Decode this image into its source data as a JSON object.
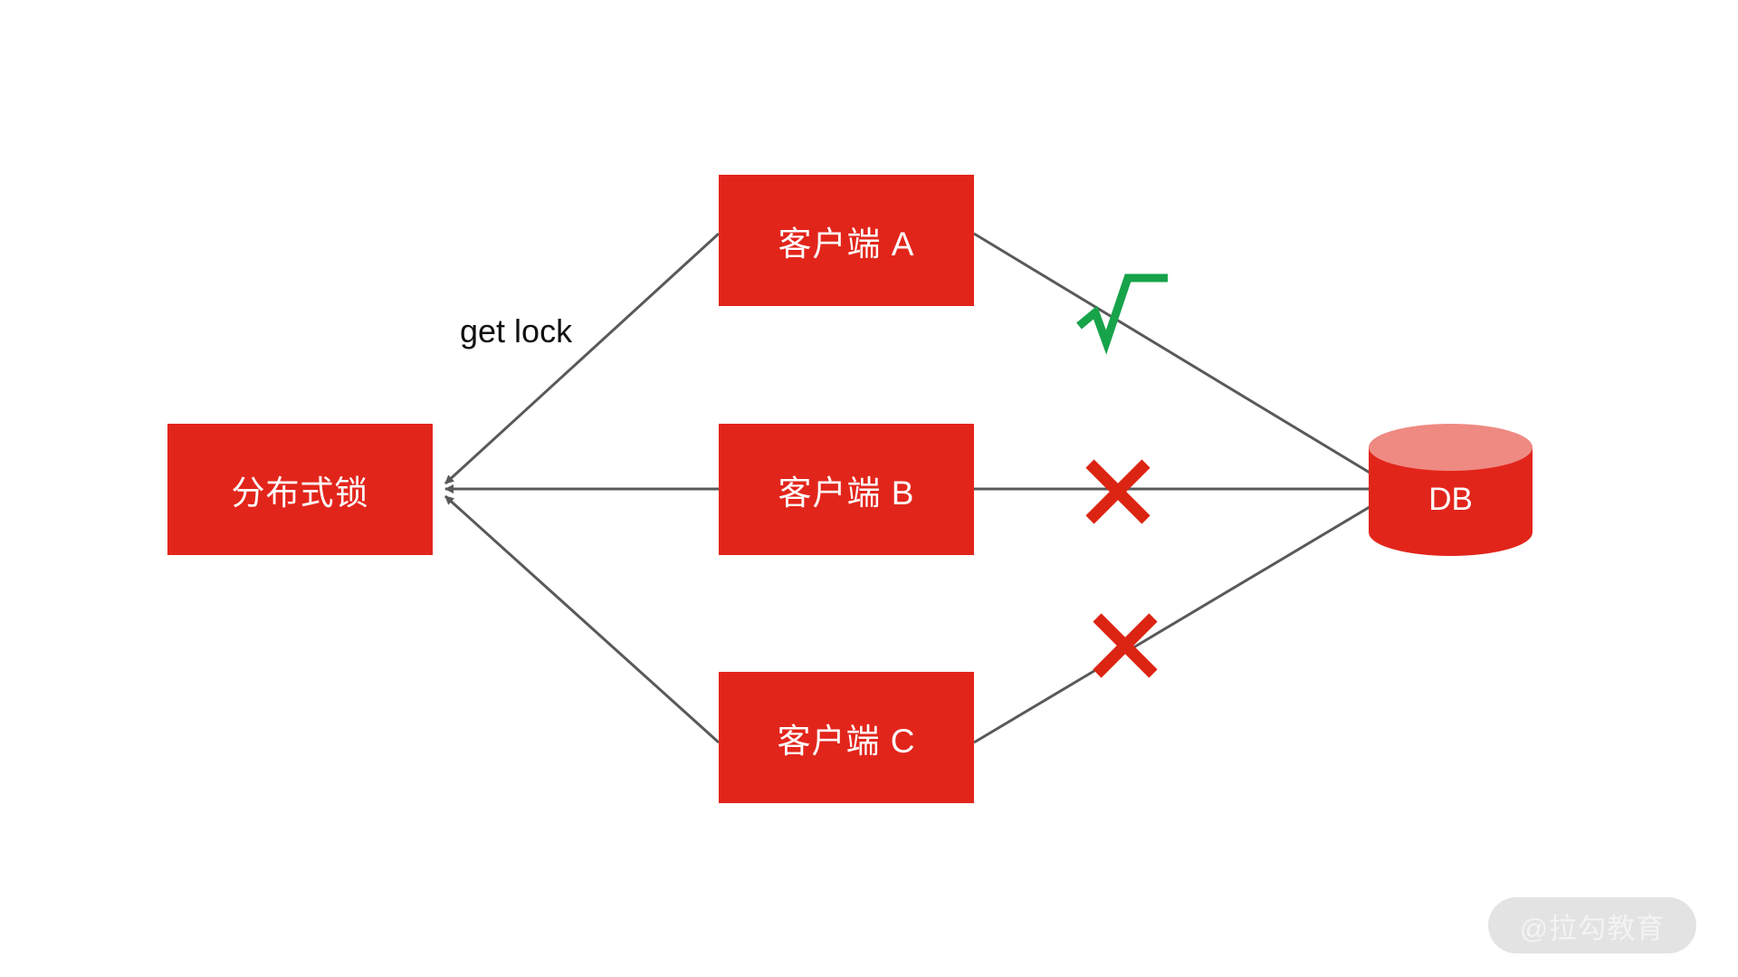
{
  "diagram": {
    "title": "distributed-lock-db-access-diagram",
    "background_color": "#ffffff",
    "node_fill_color": "#E2251B",
    "node_text_color": "#FFFFFF",
    "edge_color": "#595959",
    "check_color": "#16A34A",
    "cross_color": "#DC2412",
    "cylinder_top_color": "#EE8A82"
  },
  "nodes": {
    "lock": {
      "label": "分布式锁",
      "shape": "rectangle"
    },
    "client_a": {
      "label": "客户端 A",
      "shape": "rectangle"
    },
    "client_b": {
      "label": "客户端 B",
      "shape": "rectangle"
    },
    "client_c": {
      "label": "客户端 C",
      "shape": "rectangle"
    },
    "database": {
      "label": "DB",
      "shape": "cylinder"
    }
  },
  "edges": [
    {
      "from": "client_a",
      "to": "lock",
      "label": "get lock",
      "arrow": "to-lock"
    },
    {
      "from": "client_b",
      "to": "lock",
      "label": "",
      "arrow": "to-lock"
    },
    {
      "from": "client_c",
      "to": "lock",
      "label": "",
      "arrow": "to-lock"
    },
    {
      "from": "client_a",
      "to": "database",
      "label": "",
      "arrow": "to-db",
      "status": "allowed"
    },
    {
      "from": "client_b",
      "to": "database",
      "label": "",
      "arrow": "to-db",
      "status": "blocked"
    },
    {
      "from": "client_c",
      "to": "database",
      "label": "",
      "arrow": "to-db",
      "status": "blocked"
    }
  ],
  "labels": {
    "get_lock": "get lock"
  },
  "markers": {
    "check": "√",
    "cross_1": "✕",
    "cross_2": "✕"
  },
  "watermark": {
    "text": "@拉勾教育"
  }
}
